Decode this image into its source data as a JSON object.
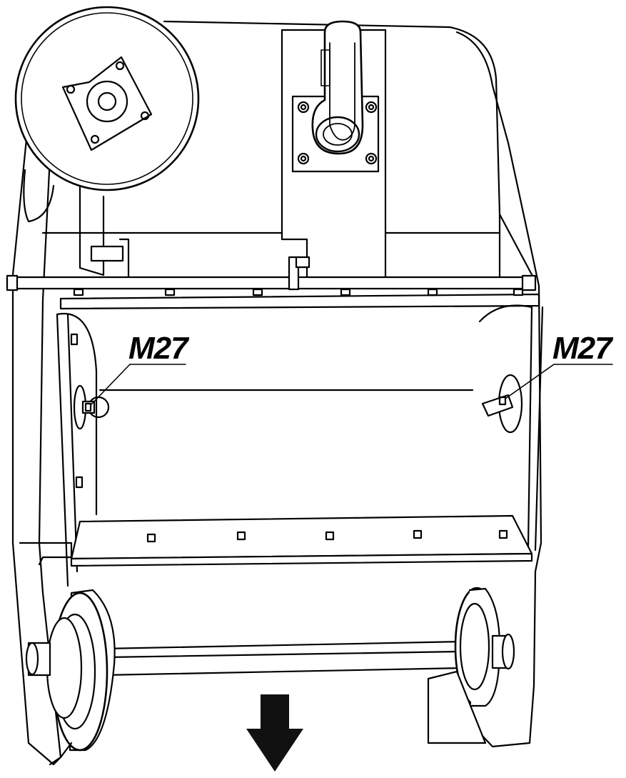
{
  "callouts": [
    {
      "id": "left",
      "text": "M27"
    },
    {
      "id": "right",
      "text": "M27"
    }
  ],
  "colors": {
    "line": "#000000",
    "fill": "#ffffff",
    "arrow": "#111111"
  }
}
